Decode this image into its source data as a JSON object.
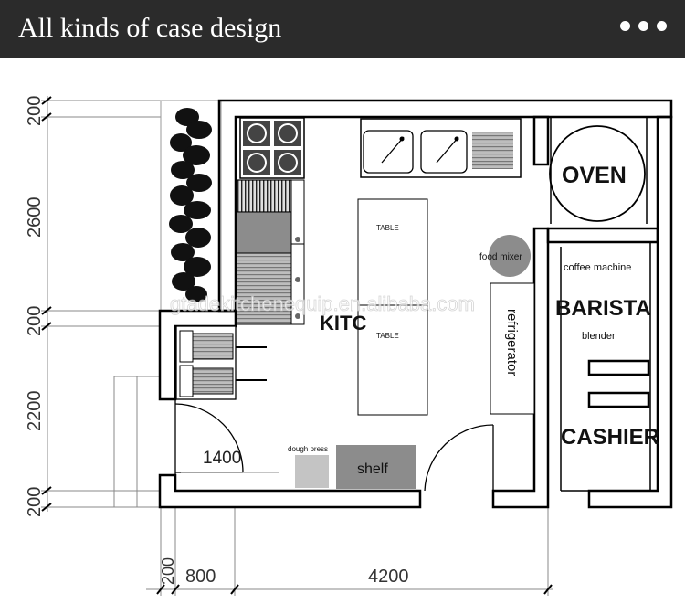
{
  "header": {
    "title": "All kinds of case design",
    "menu_icon": "more-dots-icon"
  },
  "plan": {
    "rooms": {
      "oven": "OVEN",
      "kitchen": "KITC",
      "barista": "BARISTA",
      "cashier": "CASHIER"
    },
    "labels": {
      "table_1": "TABLE",
      "table_2": "TABLE",
      "food_mixer": "food mixer",
      "refrigerator": "refrigerator",
      "coffee_machine": "coffee machine",
      "blender": "blender",
      "dough_press": "dough press",
      "shelf": "shelf"
    },
    "dimensions": {
      "v_top": "200",
      "v_2600": "2600",
      "v_mid": "200",
      "v_2200": "2200",
      "v_bottom": "200",
      "h_inner_1400": "1400",
      "h_200": "200",
      "h_800": "800",
      "h_4200": "4200"
    },
    "watermark": "gtadekitchenequip.en.alibaba.com"
  }
}
